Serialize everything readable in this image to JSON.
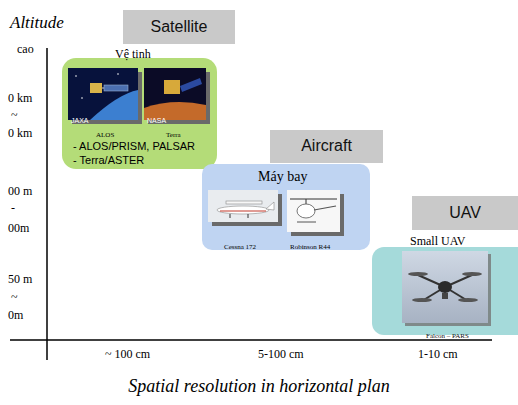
{
  "diagram": {
    "caption": "Spatial resolution in horizontal plan",
    "nodes": [
      {
        "text": [
          "Satellite"
        ]
      },
      {
        "text": [
          "Vệ tinh",
          "- ALOS/PRISM, PALSAR",
          "- Terra/ASTER"
        ]
      },
      {
        "text": [
          "Aircraft"
        ]
      },
      {
        "text": [
          "Máy bay"
        ]
      },
      {
        "text": [
          "UAV"
        ]
      },
      {
        "text": [
          "Small UAV"
        ]
      }
    ],
    "labels": [
      "Altitude",
      "cao",
      "0 km",
      "~",
      "0 km",
      "00 m",
      "-",
      "00m",
      "50 m",
      "~",
      "0m",
      "JAXA",
      "NASA",
      "ALOS",
      "Terra",
      "Cessna 172",
      "Robinson R44",
      "Falcon – PARS",
      "~ 100 cm",
      "5-100 cm",
      "1-10 cm"
    ]
  }
}
